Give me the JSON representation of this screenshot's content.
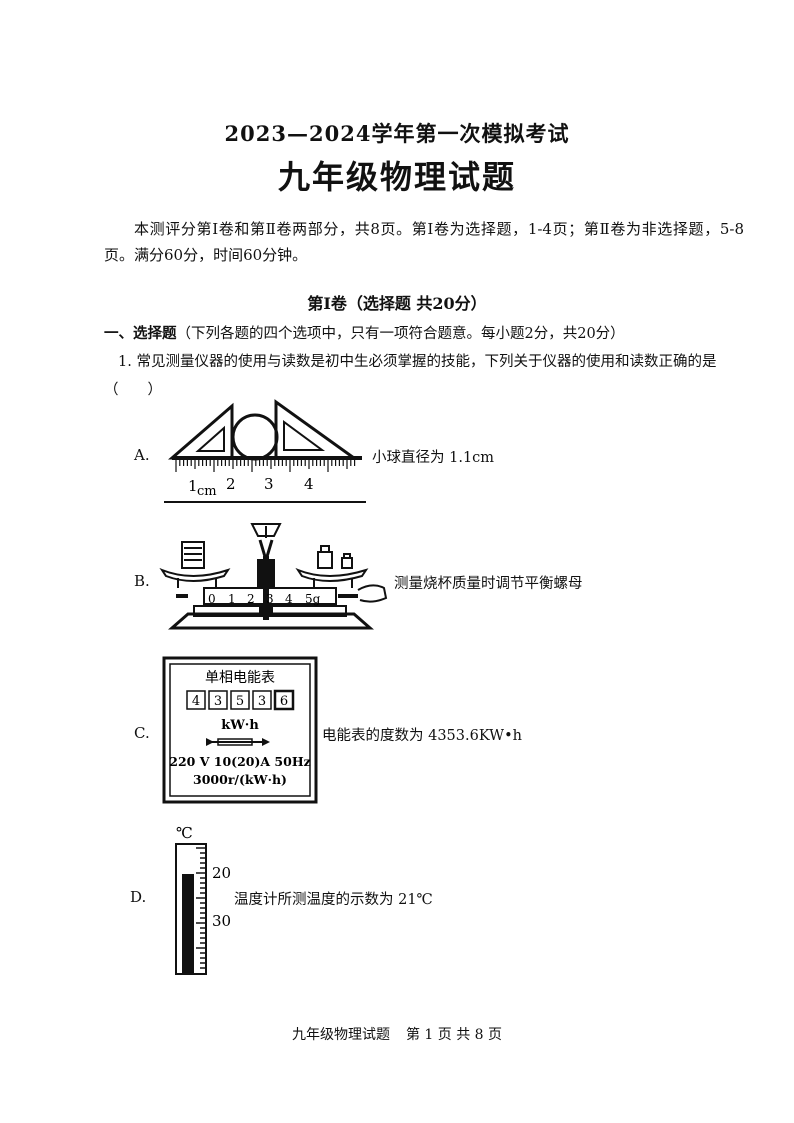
{
  "header": {
    "exam_title": "2023—2024学年第一次模拟考试",
    "subject_title": "九年级物理试题"
  },
  "intro": "本测评分第Ⅰ卷和第Ⅱ卷两部分，共8页。第Ⅰ卷为选择题，1-4页；第Ⅱ卷为非选择题，5-8页。满分60分，时间60分钟。",
  "part1": {
    "title": "第Ⅰ卷（选择题 共20分）",
    "section_label": "一、选择题",
    "section_note": "（下列各题的四个选项中，只有一项符合题意。每小题2分，共20分）"
  },
  "question1": {
    "stem": "1. 常见测量仪器的使用与读数是初中生必须掌握的技能，下列关于仪器的使用和读数正确的是（　　）",
    "options": [
      {
        "label": "A.",
        "text": "小球直径为 1.1cm",
        "figure": {
          "unit": "cm",
          "tick_labels": [
            "1",
            "2",
            "3",
            "4"
          ]
        }
      },
      {
        "label": "B.",
        "text": "测量烧杯质量时调节平衡螺母",
        "figure": {
          "scale_labels": [
            "0",
            "1",
            "2",
            "3",
            "4",
            "5g"
          ]
        }
      },
      {
        "label": "C.",
        "text": "电能表的度数为 4353.6KW•h",
        "figure": {
          "meter_title": "单相电能表",
          "digits": [
            "4",
            "3",
            "5",
            "3",
            "6"
          ],
          "unit": "kW·h",
          "spec_line1": "220 V 10(20)A 50Hz",
          "spec_line2": "3000r/(kW·h)"
        }
      },
      {
        "label": "D.",
        "text": "温度计所测温度的示数为 21℃",
        "figure": {
          "unit": "℃",
          "tick_labels": [
            "20",
            "30"
          ]
        }
      }
    ]
  },
  "footer": {
    "subject": "九年级物理试题",
    "page": "第 1 页 共 8 页"
  }
}
